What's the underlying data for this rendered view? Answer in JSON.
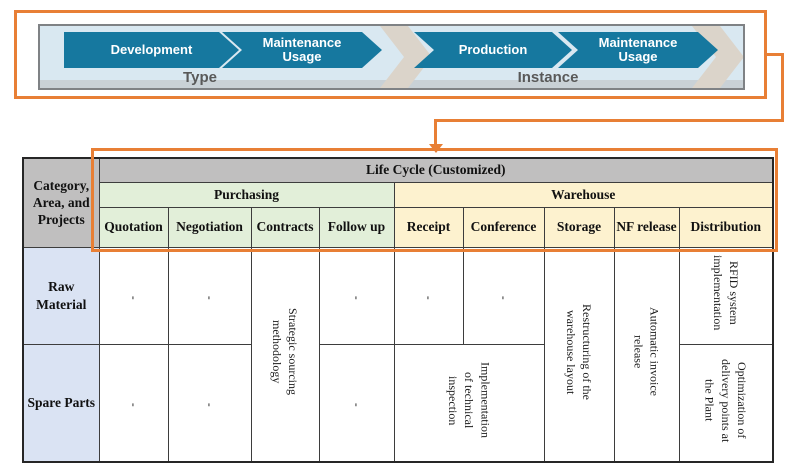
{
  "flow": {
    "steps": {
      "development": "Development",
      "maintenance1": "Maintenance Usage",
      "production": "Production",
      "maintenance2": "Maintenance Usage"
    },
    "type_label": "Type",
    "instance_label": "Instance"
  },
  "table": {
    "corner": "Category, Area, and Projects",
    "title": "Life Cycle (Customized)",
    "sections": {
      "purchasing": "Purchasing",
      "warehouse": "Warehouse"
    },
    "columns": {
      "quotation": "Quotation",
      "negotiation": "Negotiation",
      "contracts": "Contracts",
      "followup": "Follow up",
      "receipt": "Receipt",
      "conference": "Conference",
      "storage": "Storage",
      "nf_release": "NF release",
      "distribution": "Distribution"
    },
    "row_headers": {
      "raw": "Raw Material",
      "spare": "Spare Parts"
    },
    "cells": {
      "dash": "-",
      "strategic": "Strategic sourcing methodology",
      "restructuring": "Restructuring of the warehouse layout",
      "automatic": "Automatic invoice release",
      "rfid": "RFID system implementation",
      "technical": "Implementation of technical inspection",
      "optimization": "Optimization of delivery points at the Plant"
    }
  },
  "colors": {
    "accent_orange": "#e87f35",
    "arrow_teal": "#16789f",
    "strip_blue": "#d9e8f1",
    "header_gray": "#c0bfbf",
    "purchasing_green": "#e2efd9",
    "warehouse_yellow": "#fdf2cf",
    "row_header_blue": "#dae3f3"
  }
}
